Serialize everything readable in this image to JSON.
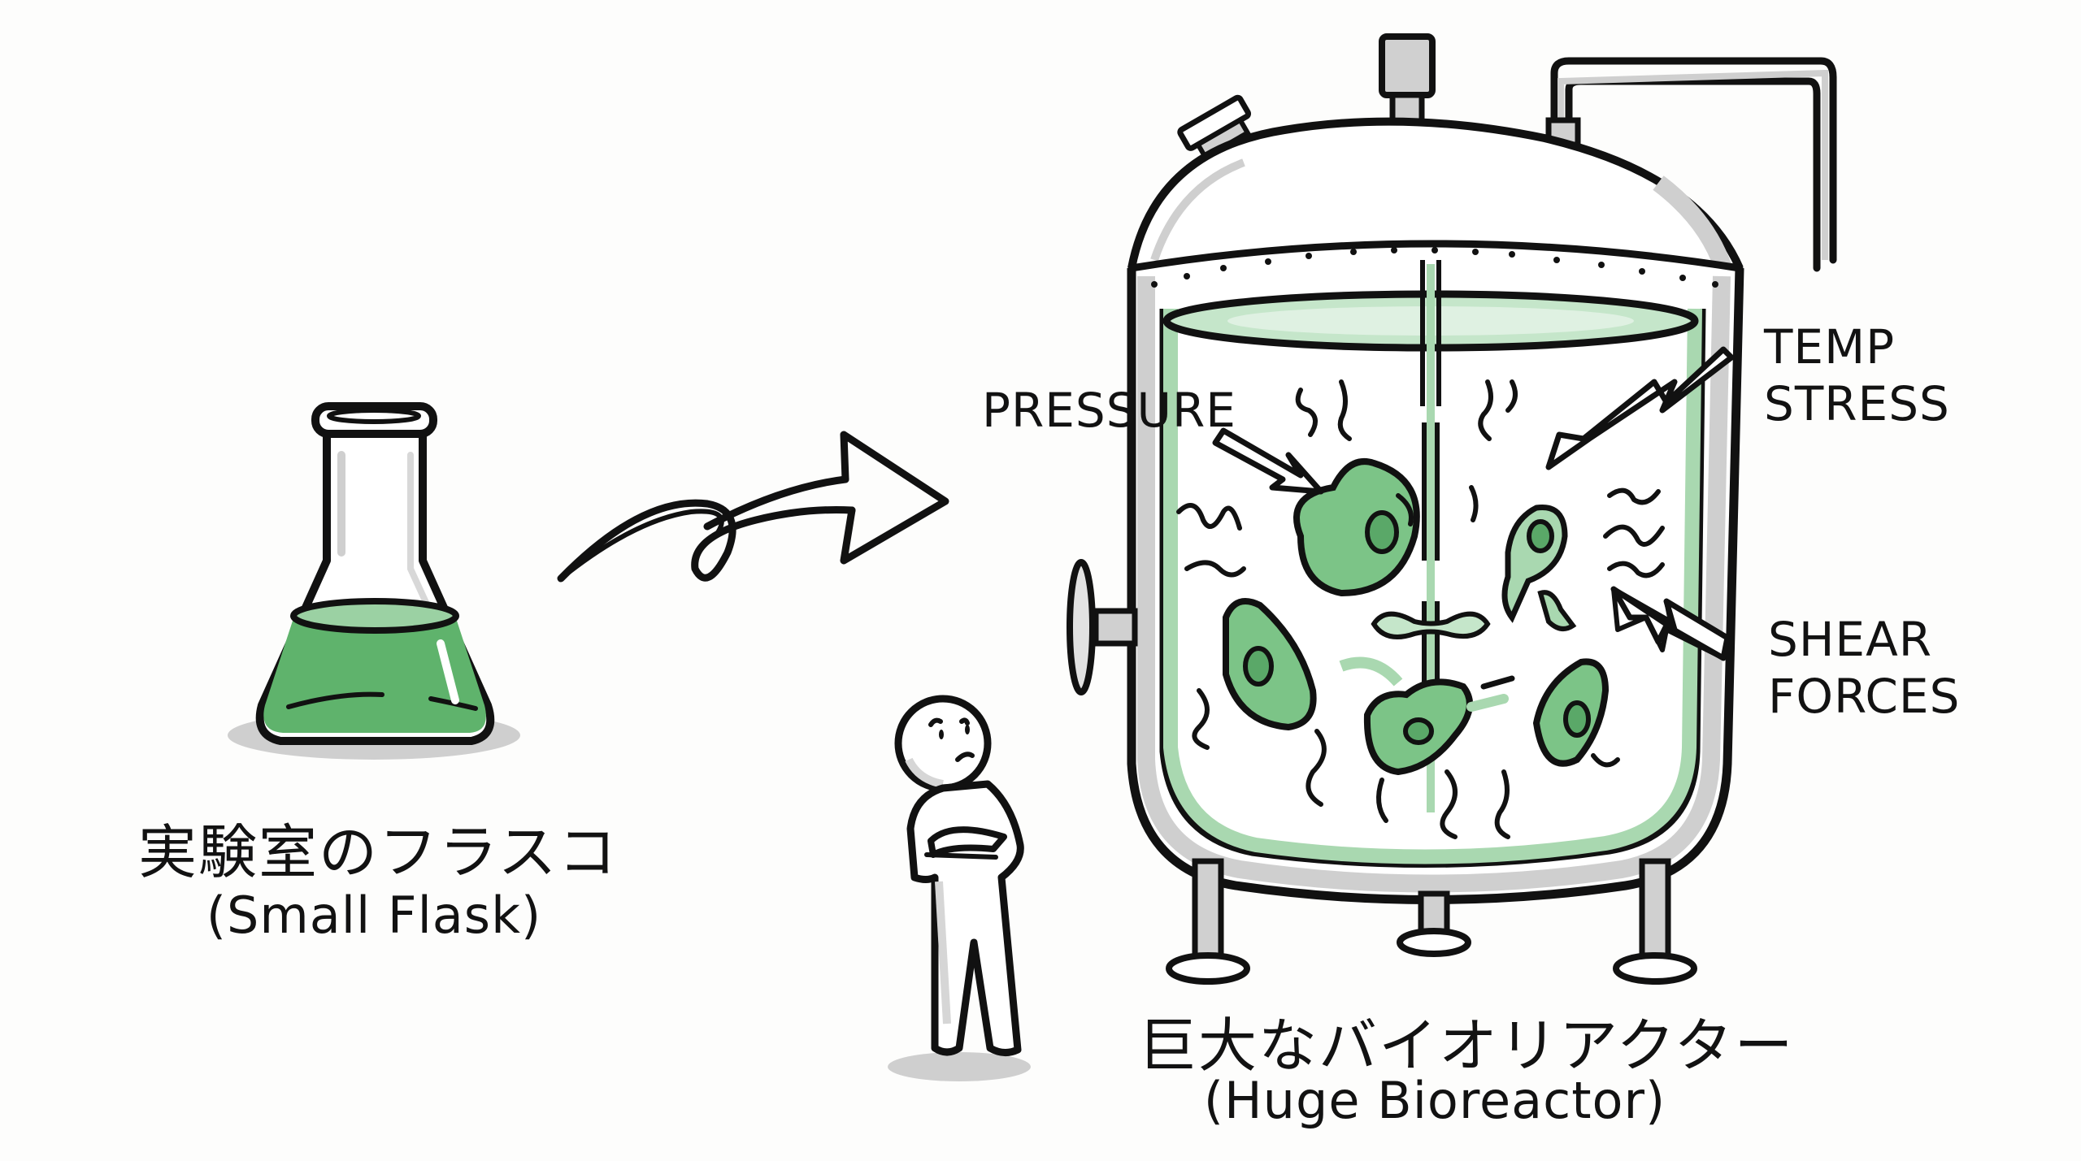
{
  "diagram": {
    "title": "Scale-up from lab flask to bioreactor",
    "flask": {
      "label_jp": "実験室のフラスコ",
      "label_en": "(Small Flask)",
      "liquid_color": "#5fb36c"
    },
    "transition_arrow": {
      "direction": "left-to-right",
      "meaning": "scale-up"
    },
    "observer": {
      "description": "stick figure with crossed arms looking up at bioreactor"
    },
    "bioreactor": {
      "label_jp": "巨大なバイオリアクター",
      "label_en": "(Huge Bioreactor)",
      "liquid_color": "#a9d8b0",
      "cell_color": "#7cc487",
      "steel_color": "#c8c8c8",
      "cell_count": 6
    },
    "stress_labels": [
      {
        "id": "pressure",
        "lines": [
          "PRESSURE"
        ]
      },
      {
        "id": "temp",
        "lines": [
          "TEMP",
          "STRESS"
        ]
      },
      {
        "id": "shear",
        "lines": [
          "SHEAR",
          "FORCES"
        ]
      }
    ]
  }
}
